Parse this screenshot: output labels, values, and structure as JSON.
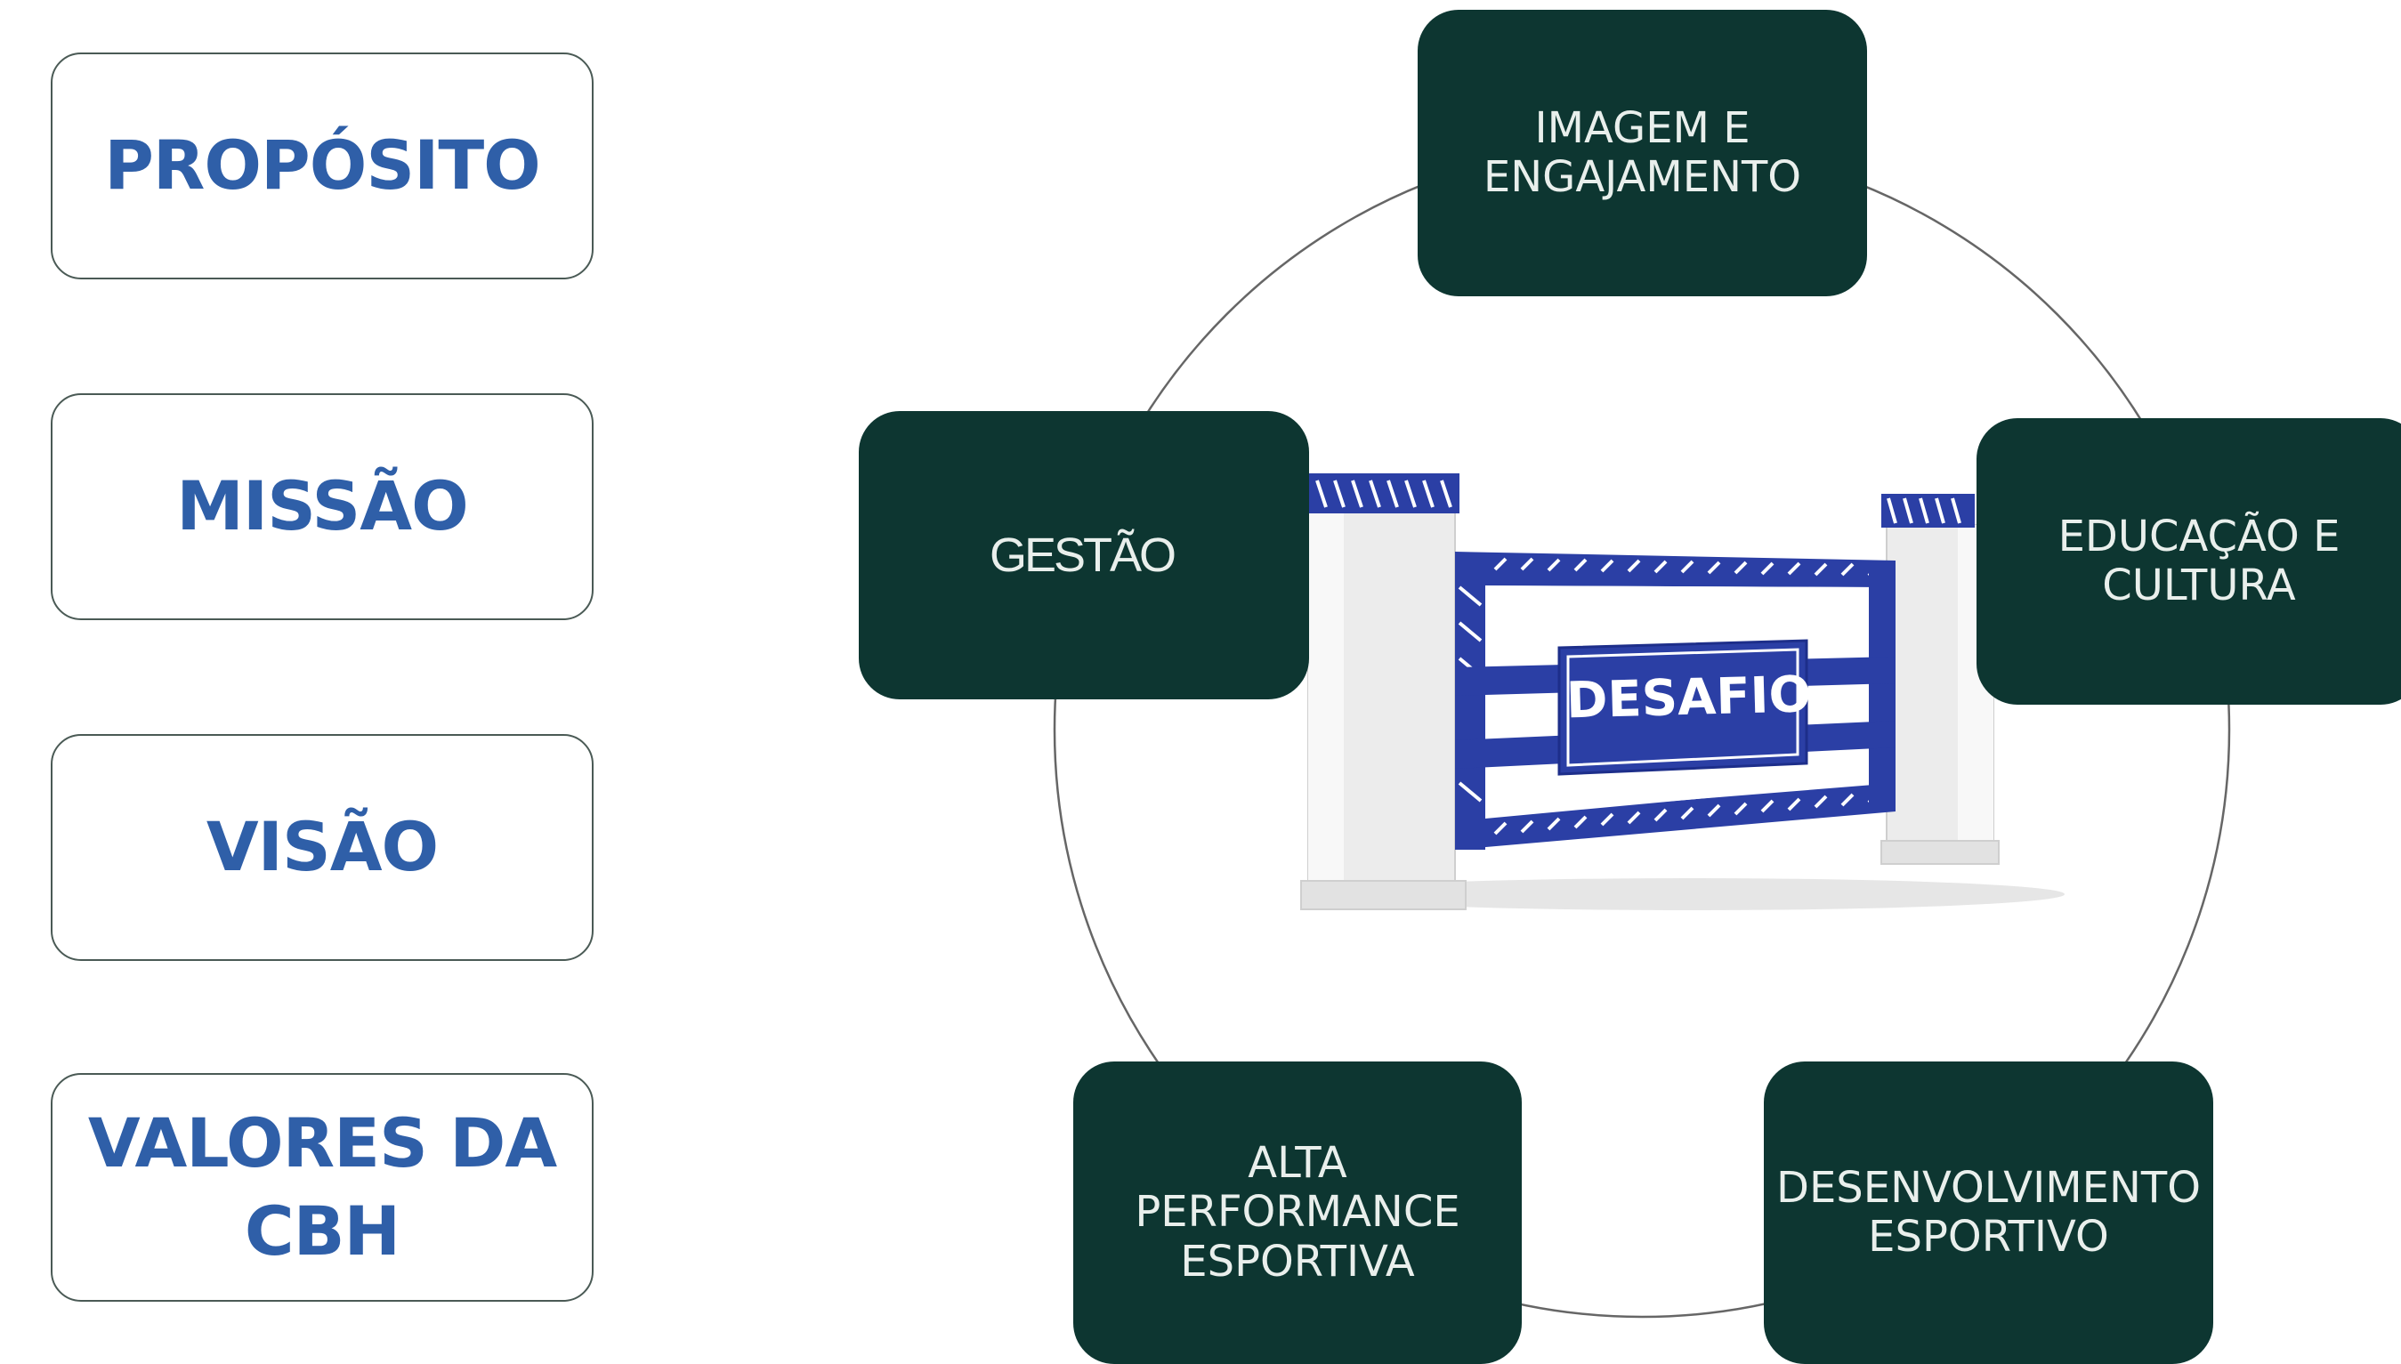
{
  "left_panel": {
    "proposito": "PROPÓSITO",
    "missao": "MISSÃO",
    "visao": "VISÃO",
    "valores": "VALORES DA\nCBH"
  },
  "cycle": {
    "top": "IMAGEM E\nENGAJAMENTO",
    "left": "GESTÃO",
    "right": "EDUCAÇÃO E\nCULTURA",
    "bottom_left": "ALTA\nPERFORMANCE\nESPORTIVA",
    "bottom_right": "DESENVOLVIMENTO\nESPORTIVO"
  },
  "center": {
    "label": "DESAFIO"
  },
  "colors": {
    "box_text": "#2f5fa8",
    "node_bg": "#0d3631",
    "node_text": "#e9efec",
    "jump_blue": "#2b3fa5",
    "circle_line": "#555555"
  }
}
